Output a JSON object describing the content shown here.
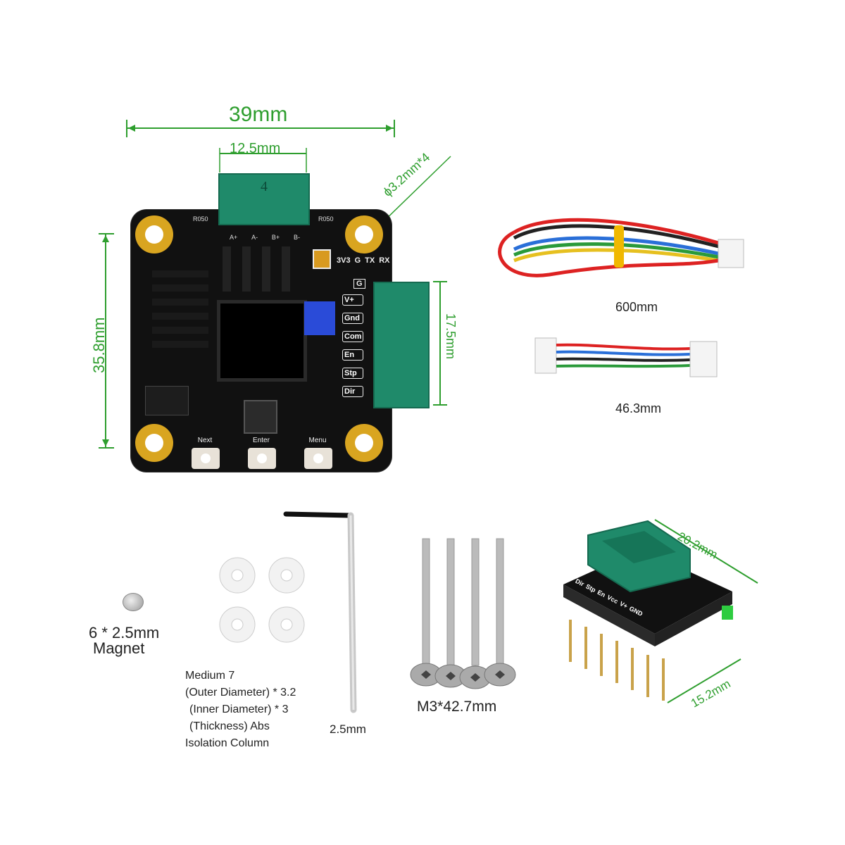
{
  "dimensions": {
    "board_width": "39mm",
    "connector_width": "12.5mm",
    "hole_spec": "ϕ3.2mm*4",
    "board_height": "35.8mm",
    "side_connector_height": "17.5mm"
  },
  "board": {
    "motor_connector_number": "4",
    "pins_top": [
      "A+",
      "A-",
      "B+",
      "B-"
    ],
    "serial_pins": [
      "3V3",
      "G",
      "TX",
      "RX"
    ],
    "g_label": "G",
    "pins_side": [
      "V+",
      "Gnd",
      "Com",
      "En",
      "Stp",
      "Dir"
    ],
    "buttons": [
      "Next",
      "Enter",
      "Menu"
    ],
    "silk_left": "R050",
    "silk_right": "R050"
  },
  "cables": {
    "long_length": "600mm",
    "short_length": "46.3mm"
  },
  "magnet": {
    "size": "6 * 2.5mm",
    "name": "Magnet"
  },
  "washers": {
    "line1": "Medium 7",
    "line2": "(Outer Diameter) * 3.2",
    "line3": "(Inner Diameter) * 3",
    "line4": "(Thickness) Abs",
    "line5": "Isolation Column"
  },
  "hex_key": {
    "size": "2.5mm"
  },
  "screws": {
    "spec": "M3*42.7mm"
  },
  "adapter": {
    "width": "20.2mm",
    "depth": "15.2mm",
    "pins": [
      "Dir",
      "Stp",
      "En",
      "Vcc",
      "V+",
      "GND"
    ]
  },
  "colors": {
    "dimension_green": "#2e9e2e",
    "pcb_black": "#111111",
    "connector_green": "#1f8a6a",
    "gold": "#d9a520"
  }
}
